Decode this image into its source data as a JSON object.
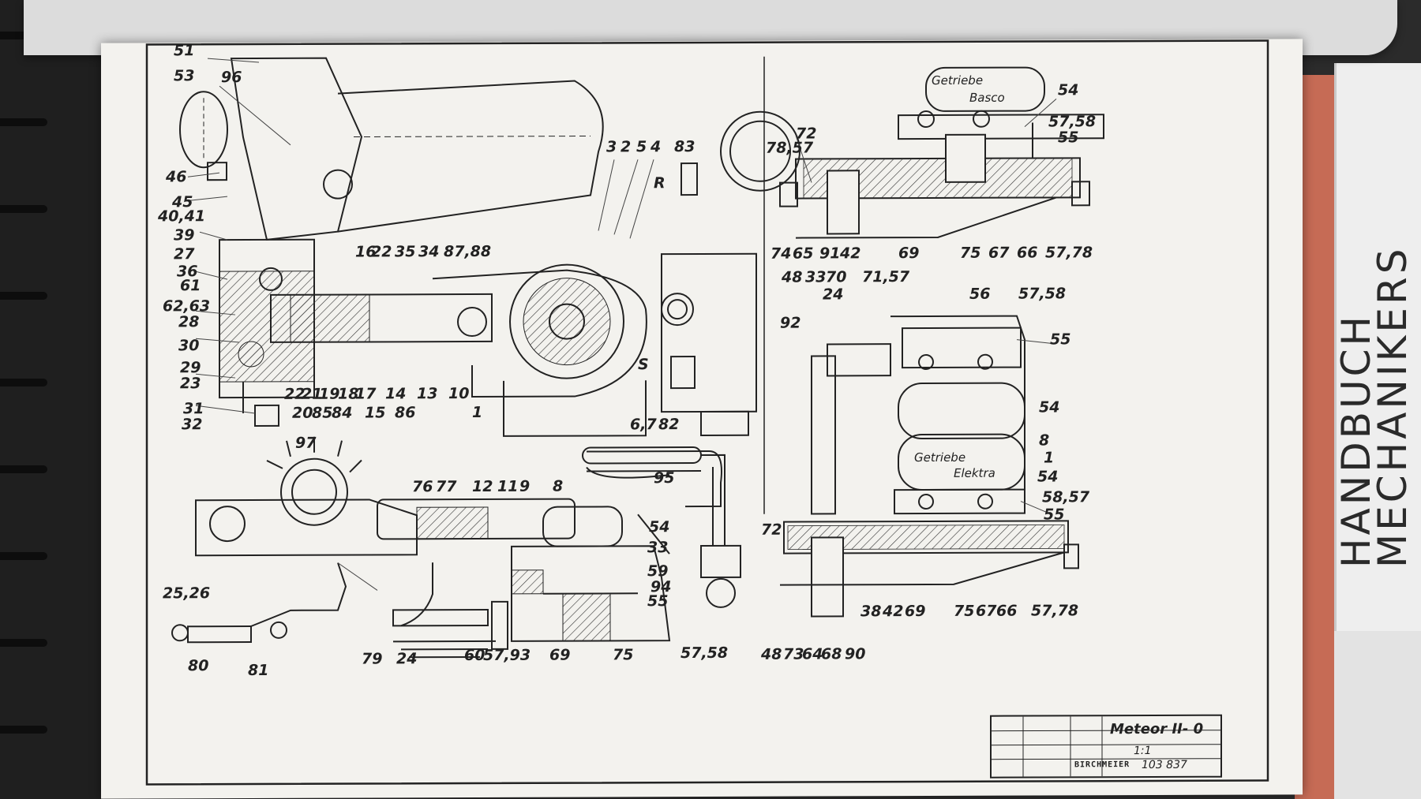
{
  "book": {
    "spine_line1": "HANDBUCH",
    "spine_line2": "MECHANIKERS"
  },
  "title_block": {
    "title": "Meteor II- 0",
    "scale": "1:1",
    "maker": "BIRCHMEIER",
    "drawing_number": "103 837"
  },
  "inset_upper": {
    "text1": "Getriebe",
    "text2": "Basco"
  },
  "inset_lower": {
    "text1": "Getriebe",
    "text2": "Elektra"
  },
  "arrows": {
    "r": "R",
    "s": "S"
  },
  "labels": {
    "l51": "51",
    "l53": "53",
    "l96": "96",
    "l46": "46",
    "l45": "45",
    "l4041": "40,41",
    "l39": "39",
    "l27": "27",
    "l36": "36",
    "l61": "61",
    "l6263": "62,63",
    "l28": "28",
    "l30": "30",
    "l29": "29",
    "l23": "23",
    "l31": "31",
    "l32": "32",
    "l20": "20",
    "l85": "85",
    "l84": "84",
    "l22b": "22",
    "l21": "21",
    "l19": "19",
    "l18": "18",
    "l17": "17",
    "l15": "15",
    "l14": "14",
    "l86": "86",
    "l13": "13",
    "l10": "10",
    "l1": "1",
    "l16": "16",
    "l22": "22",
    "l35": "35",
    "l34": "34",
    "l8788": "87,88",
    "l3": "3",
    "l2": "2",
    "l5": "5",
    "l4": "4",
    "l83": "83",
    "l67": "6,7",
    "l82": "82",
    "l92": "92",
    "l7857": "78,57",
    "l72": "72",
    "l48": "48",
    "l74": "74",
    "l33": "33",
    "l65": "65",
    "l70": "70",
    "l91": "91",
    "l42": "42",
    "l7157": "71,57",
    "l69": "69",
    "l75": "75",
    "l67b": "67",
    "l66": "66",
    "l5778": "57,78",
    "l54": "54",
    "l5758": "57,58",
    "l55": "55",
    "l24": "24",
    "l56": "56",
    "l5758b": "57,58",
    "l55b": "55",
    "l54b": "54",
    "l8": "8",
    "l1b": "1",
    "l54c": "54",
    "l5857": "58,57",
    "l55c": "55",
    "l72b": "72",
    "l48b": "48",
    "l73": "73",
    "l64": "64",
    "l68": "68",
    "l90": "90",
    "l38": "38",
    "l42b": "42",
    "l69b": "69",
    "l75b": "75",
    "l67c": "67",
    "l66b": "66",
    "l5778b": "57,78",
    "l97": "97",
    "l76": "76",
    "l77": "77",
    "l12": "12",
    "l11": "11",
    "l9": "9",
    "l8b": "8",
    "l54d": "54",
    "l33b": "33",
    "l59": "59",
    "l94": "94",
    "l55d": "55",
    "l95": "95",
    "l2526": "25,26",
    "l80": "80",
    "l81": "81",
    "l79": "79",
    "l24b": "24",
    "l60": "60",
    "l5793": "57,93",
    "l69c": "69",
    "l75c": "75",
    "l5758c": "57,58"
  }
}
